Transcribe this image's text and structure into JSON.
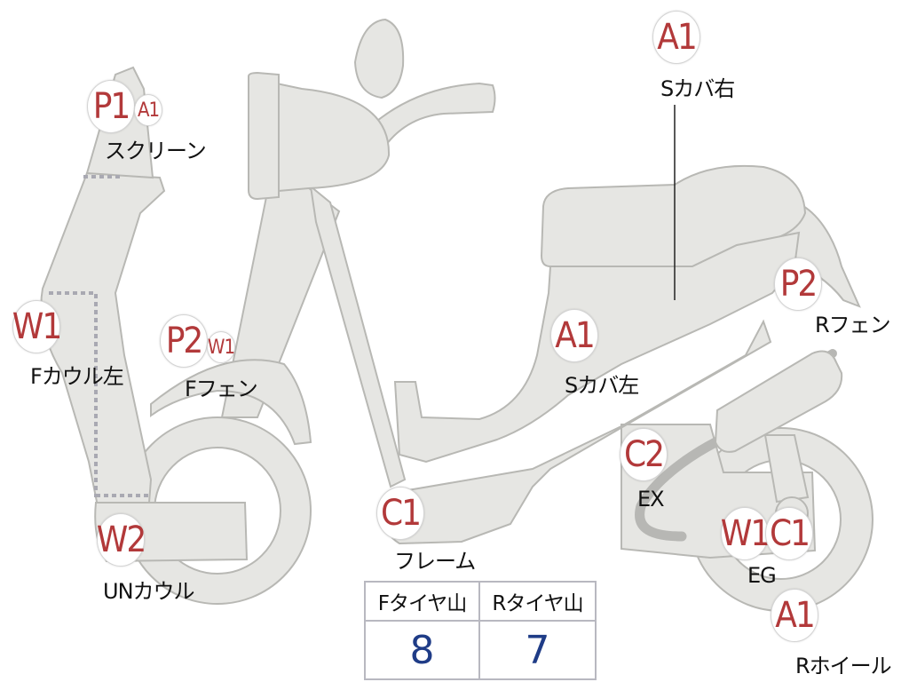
{
  "callouts": [
    {
      "id": "screen-p1",
      "code": "P1"
    },
    {
      "id": "screen-a1",
      "code": "A1"
    },
    {
      "id": "fcowl-w1",
      "code": "W1"
    },
    {
      "id": "ffender-p2",
      "code": "P2"
    },
    {
      "id": "ffender-w1",
      "code": "W1"
    },
    {
      "id": "uncowl-w2",
      "code": "W2"
    },
    {
      "id": "frame-c1",
      "code": "C1"
    },
    {
      "id": "scover-left-a1",
      "code": "A1"
    },
    {
      "id": "scover-right-a1",
      "code": "A1"
    },
    {
      "id": "rfender-p2",
      "code": "P2"
    },
    {
      "id": "ex-c2",
      "code": "C2"
    },
    {
      "id": "eg-w1",
      "code": "W1"
    },
    {
      "id": "eg-c1",
      "code": "C1"
    },
    {
      "id": "rwheel-a1",
      "code": "A1"
    }
  ],
  "labels": {
    "screen": "スクリーン",
    "front_cowl_left": "Fカウル左",
    "front_fender": "Fフェン",
    "under_cowl": "UNカウル",
    "frame": "フレーム",
    "side_cover_left": "Sカバ左",
    "side_cover_right": "Sカバ右",
    "rear_fender": "Rフェン",
    "exhaust": "EX",
    "engine": "EG",
    "rear_wheel": "Rホイール"
  },
  "tire_table": {
    "headers": [
      "Fタイヤ山",
      "Rタイヤ山"
    ],
    "values": [
      "8",
      "7"
    ]
  },
  "colors": {
    "part_fill": "#e6e6e3",
    "part_outline": "#b8b8b4",
    "grade_text": "#b2393a",
    "tread_value": "#1f3c87"
  }
}
